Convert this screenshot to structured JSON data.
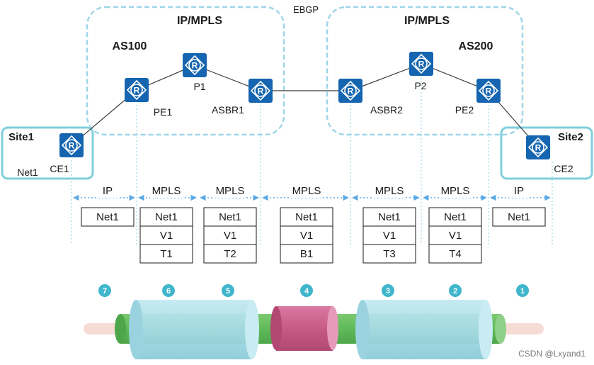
{
  "top_label": "EBGP",
  "domains": [
    {
      "title": "IP/MPLS",
      "as": "AS100"
    },
    {
      "title": "IP/MPLS",
      "as": "AS200"
    }
  ],
  "sites": [
    {
      "name": "Site1",
      "ce": "CE1",
      "net": "Net1"
    },
    {
      "name": "Site2",
      "ce": "CE2"
    }
  ],
  "routers": {
    "ce1": "",
    "pe1": "PE1",
    "p1": "P1",
    "asbr1": "ASBR1",
    "asbr2": "ASBR2",
    "p2": "P2",
    "pe2": "PE2",
    "ce2": ""
  },
  "router_glyph": "R",
  "segments": [
    {
      "proto": "IP",
      "labels": [
        "Net1"
      ]
    },
    {
      "proto": "MPLS",
      "labels": [
        "Net1",
        "V1",
        "T1"
      ]
    },
    {
      "proto": "MPLS",
      "labels": [
        "Net1",
        "V1",
        "T2"
      ]
    },
    {
      "proto": "MPLS",
      "labels": [
        "Net1",
        "V1",
        "B1"
      ]
    },
    {
      "proto": "MPLS",
      "labels": [
        "Net1",
        "V1",
        "T3"
      ]
    },
    {
      "proto": "MPLS",
      "labels": [
        "Net1",
        "V1",
        "T4"
      ]
    },
    {
      "proto": "IP",
      "labels": [
        "Net1"
      ]
    }
  ],
  "steps": [
    "7",
    "6",
    "5",
    "4",
    "3",
    "2",
    "1"
  ],
  "watermark": "CSDN @Lxyand1",
  "colors": {
    "router": "#1565b0",
    "dashed_box": "#9fd6e6",
    "site_box": "#7fcfdc",
    "arrow": "#5aa9e6",
    "step_badge": "#3fb6cc",
    "tube_green": "#5fba5a",
    "tube_cyan": "#a6dbe6",
    "tube_pink": "#c85a86",
    "tube_base": "#f7dcd6"
  }
}
